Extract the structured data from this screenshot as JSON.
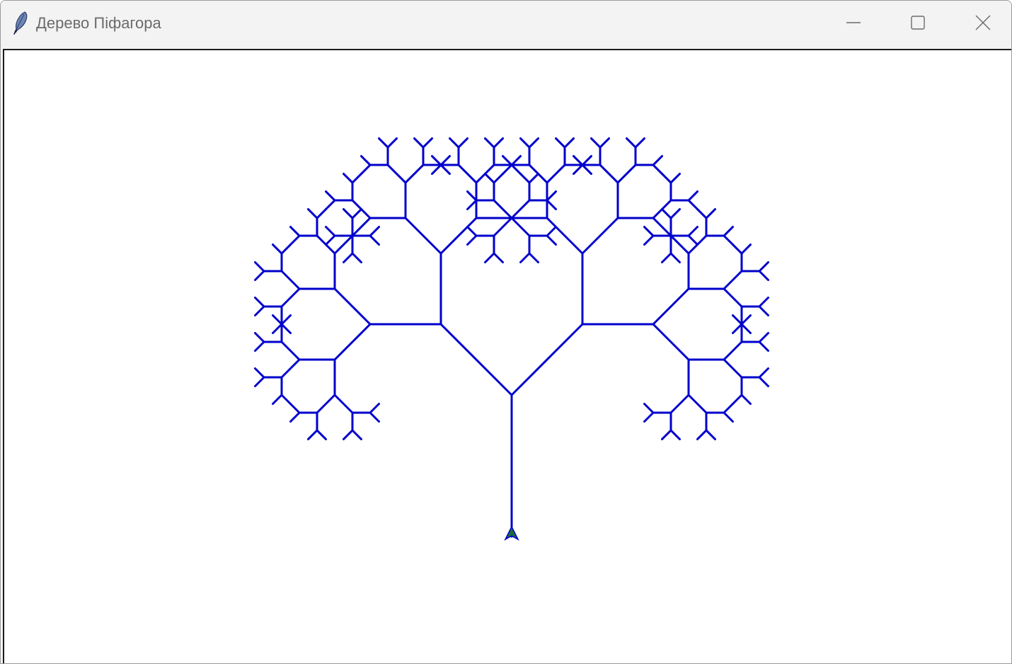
{
  "window": {
    "title": "Дерево Піфагора",
    "icon": "feather-icon",
    "controls": [
      "minimize-icon",
      "maximize-icon",
      "close-icon"
    ]
  },
  "canvas": {
    "background": "#ffffff",
    "line_color": "#0000cc",
    "turtle_color": "#1a6b3a",
    "tree": {
      "recursion_depth": 7,
      "branch_angle_degrees": 45,
      "trunk_length": 200,
      "length_ratio": 0.7071
    }
  }
}
